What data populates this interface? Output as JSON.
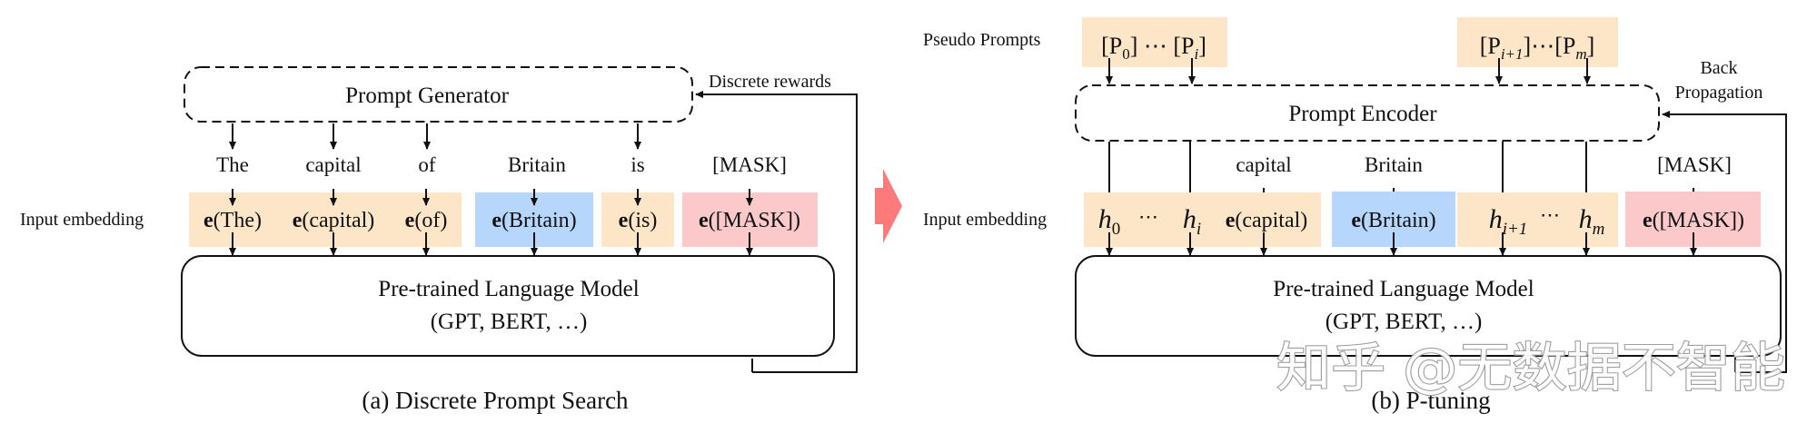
{
  "colors": {
    "prompt_token": "#fde5c8",
    "context_token": "#b7d6fb",
    "mask_token": "#fbc9c9",
    "transition_arrow": "#fb7b7b",
    "line": "#111111"
  },
  "panel_a": {
    "generator_label": "Prompt Generator",
    "feedback_label": "Discrete rewards",
    "row_label": "Input embedding",
    "tokens": [
      "The",
      "capital",
      "of",
      "Britain",
      "is",
      "[MASK]"
    ],
    "embeddings": [
      {
        "fn": "e",
        "arg": "(The)"
      },
      {
        "fn": "e",
        "arg": "(capital)"
      },
      {
        "fn": "e",
        "arg": "(of)"
      },
      {
        "fn": "e",
        "arg": "(Britain)"
      },
      {
        "fn": "e",
        "arg": "(is)"
      },
      {
        "fn": "e",
        "arg": "([MASK])"
      }
    ],
    "model_title": "Pre-trained Language Model",
    "model_subtitle": "(GPT, BERT, …)",
    "caption": "(a) Discrete Prompt Search"
  },
  "panel_b": {
    "pseudo_label": "Pseudo Prompts",
    "pseudo_groups": [
      {
        "first": "P",
        "first_sub": "0",
        "last": "P",
        "last_sub": "i"
      },
      {
        "first": "P",
        "first_sub": "i+1",
        "last": "P",
        "last_sub": "m"
      }
    ],
    "encoder_label": "Prompt Encoder",
    "feedback_label_line1": "Back",
    "feedback_label_line2": "Propagation",
    "row_label": "Input embedding",
    "tokens": [
      "capital",
      "Britain",
      "[MASK]"
    ],
    "hidden": [
      {
        "sym": "h",
        "sub": "0"
      },
      {
        "sym": "h",
        "sub": "i"
      },
      {
        "sym": "h",
        "sub": "i+1"
      },
      {
        "sym": "h",
        "sub": "m"
      }
    ],
    "embeddings": [
      {
        "fn": "e",
        "arg": "(capital)"
      },
      {
        "fn": "e",
        "arg": "(Britain)"
      },
      {
        "fn": "e",
        "arg": "([MASK])"
      }
    ],
    "ellipsis": "⋯",
    "model_title": "Pre-trained Language Model",
    "model_subtitle": "(GPT, BERT, …)",
    "caption": "(b) P-tuning"
  },
  "watermark": "知乎 @无数据不智能"
}
